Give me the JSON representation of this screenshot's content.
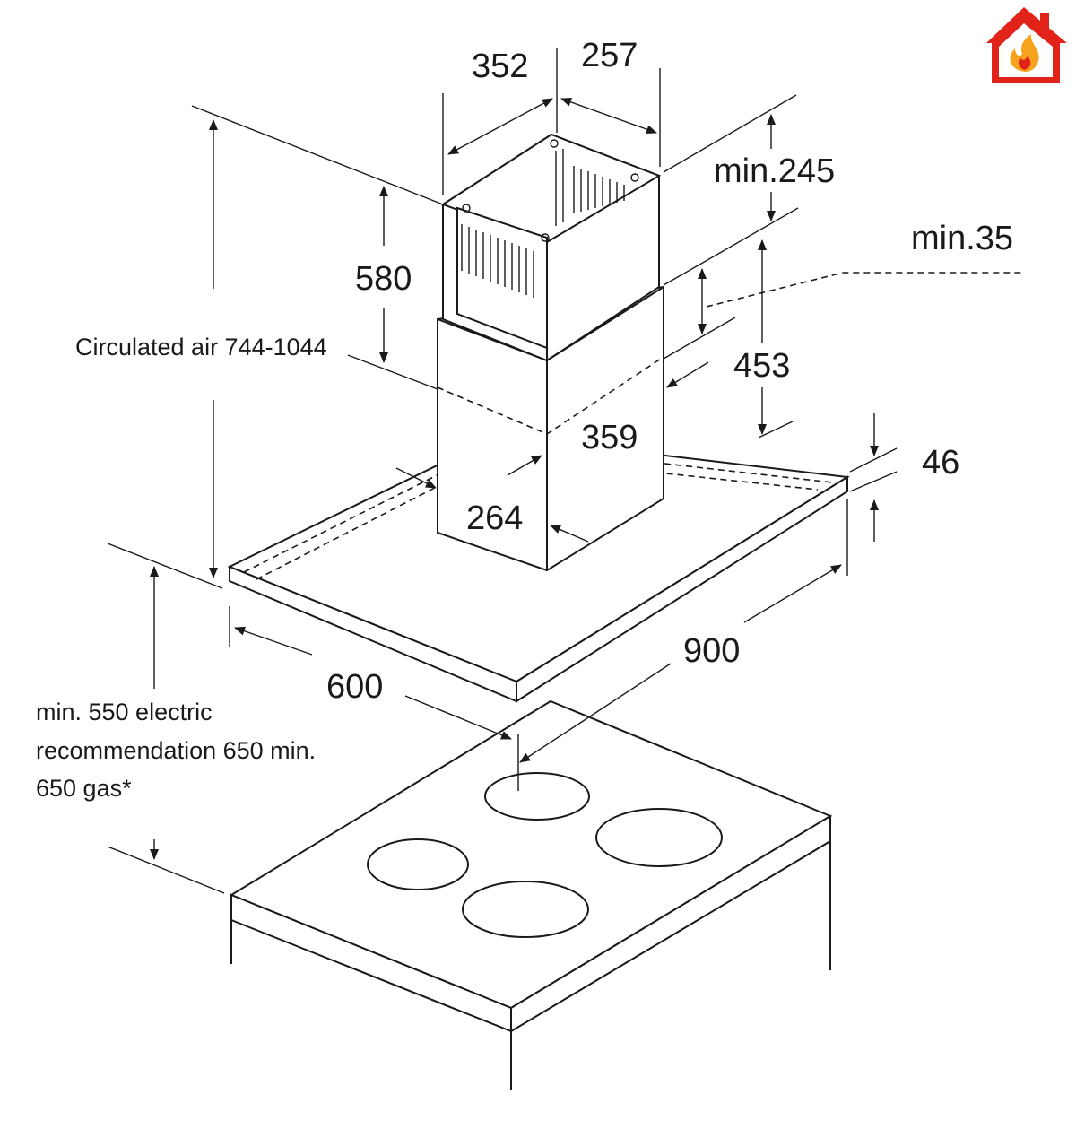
{
  "dimensions": {
    "width_352": "352",
    "width_257": "257",
    "min_245": "min.245",
    "min_35": "min.35",
    "height_580": "580",
    "height_453": "453",
    "depth_359": "359",
    "depth_264": "264",
    "thickness_46": "46",
    "width_900": "900",
    "depth_600": "600"
  },
  "notes": {
    "circulated_air": "Circulated air 744-1044",
    "clearance_line1": "min. 550 electric",
    "clearance_line2": "recommendation 650 min.",
    "clearance_line3": "650 gas*"
  },
  "logo": {
    "icon": "house-flame-icon",
    "roof_color": "#e2231a",
    "flame_color": "#f7a21b"
  }
}
